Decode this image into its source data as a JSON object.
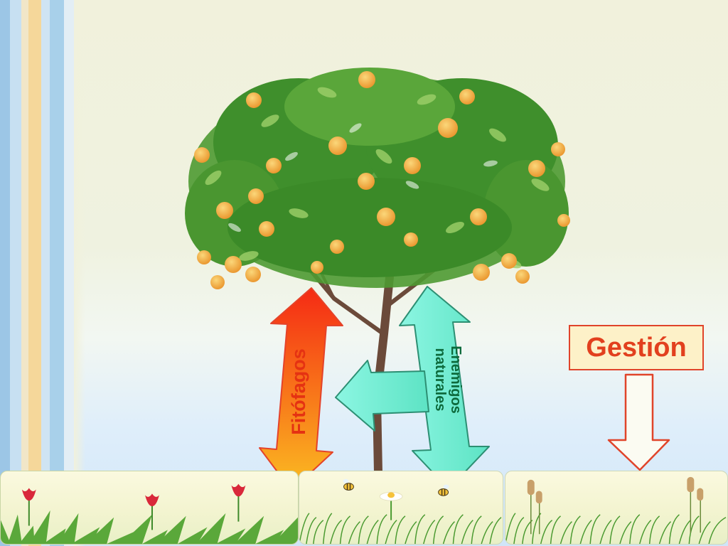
{
  "diagram": {
    "labels": {
      "fitofagos": "Fitófagos",
      "enemigos_line1": "Enemigos",
      "enemigos_line2": "naturales",
      "gestion": "Gestión"
    },
    "colors": {
      "fitofagos_text": "#e53212",
      "enemigos_text": "#0d6a3c",
      "gestion_text": "#e2401e",
      "gestion_border": "#e0442a",
      "gestion_fill": "#fdf1c8",
      "arrow_orange_top": "#f52a14",
      "arrow_orange_bottom": "#fbbd22",
      "arrow_aqua": "#7af2da",
      "arrow_aqua_dark": "#56dcbd",
      "leaf_green": "#3f8f2c",
      "orange_fruit": "#f4a93a"
    },
    "icons": {
      "tree": "orange-tree-icon",
      "flowers": "tulip-icon",
      "bees": "bee-icon",
      "daisy": "daisy-icon",
      "cattail": "cattail-icon",
      "grass": "grass-icon"
    }
  }
}
